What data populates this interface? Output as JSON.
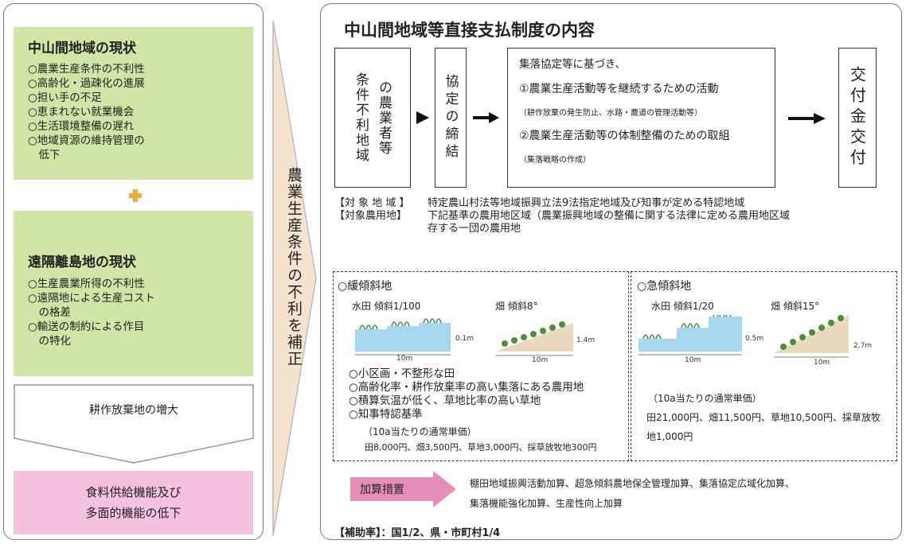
{
  "left": {
    "box1": {
      "title": "中山間地域の現状",
      "items": [
        "○農業生産条件の不利性",
        "○高齢化・過疎化の進展",
        "○担い手の不足",
        "○恵まれない就業機会",
        "○生活環境整備の遅れ",
        "○地域資源の維持管理の",
        "　低下"
      ]
    },
    "box2": {
      "title": "遠隔離島地の現状",
      "items": [
        "○生産農業所得の不利性",
        "○遠隔地による生産コスト",
        "　の格差",
        "○輸送の制約による作目",
        "　の特化"
      ]
    },
    "abandon_label": "耕作放棄地の増大",
    "result": [
      "食料供給機能及び",
      "多面的機能の低下"
    ]
  },
  "middle_arrow_text": "農業生産条件の不利を補正",
  "right": {
    "title": "中山間地域等直接支払制度の内容",
    "flow1": {
      "col1": "条件不利地域",
      "col2": "の農業者等"
    },
    "flow2": "協定の締結",
    "flow3": {
      "head": "集落協定等に基づき、",
      "item1": "①農業生産活動等を継続するための活動",
      "item1_note": "（耕作放棄の発生防止、水路・農道の管理活動等）",
      "item2": "②農業生産活動等の体制整備のための取組",
      "item2_note": "（集落戦略の作成）"
    },
    "flow4": "交付金交付",
    "target_area_label": "【対 象 地 域 】",
    "target_area_text": "特定農山村法等地域振興立法9法指定地域及び知事が定める特認地域",
    "target_land_label": "【対象農用地】",
    "target_land_line1": "下記基準の農用地区域（農業振興地域の整備に関する法律に定める農用地区域",
    "target_land_line2": "存する一団の農用地",
    "gentle": {
      "title": "○緩傾斜地",
      "paddy_label": "水田 傾斜1/100",
      "field_label": "畑 傾斜8°",
      "paddy_h": "0.1m",
      "paddy_w": "10m",
      "field_h": "1.4m",
      "field_w": "10m",
      "criteria": [
        "○小区画・不整形な田",
        "○高齢化率・耕作放棄率の高い集落にある農用地",
        "○積算気温が低く、草地比率の高い草地",
        "○知事特認基準"
      ],
      "unit_head": "（10a当たりの通常単価）",
      "unit_text": "田8,000円、畑3,500円、草地3,000円、採草放牧地300円"
    },
    "steep": {
      "title": "○急傾斜地",
      "paddy_label": "水田 傾斜1/20",
      "field_label": "畑 傾斜15°",
      "paddy_h": "0.5m",
      "paddy_w": "10m",
      "field_h": "2.7m",
      "field_w": "10m",
      "unit_head": "（10a当たりの通常単価）",
      "unit_line1": "田21,000円、畑11,500円、草地10,500円、採草放牧",
      "unit_line2": "地1,000円"
    },
    "addon_label": "加算措置",
    "addon_line1": "棚田地域振興活動加算、超急傾斜農地保全管理加算、集落協定広域化加算、",
    "addon_line2": "集落機能強化加算、生産性向上加算",
    "subsidy": "【補助率】：国1/2、県・市町村1/4"
  },
  "colors": {
    "green": "#cfe6a6",
    "pink": "#f4c2dc",
    "arrow_tan": "#f6e3cf",
    "water": "#a8d8ee",
    "soil": "#e8d9bf",
    "addon": "#e58fb8"
  }
}
